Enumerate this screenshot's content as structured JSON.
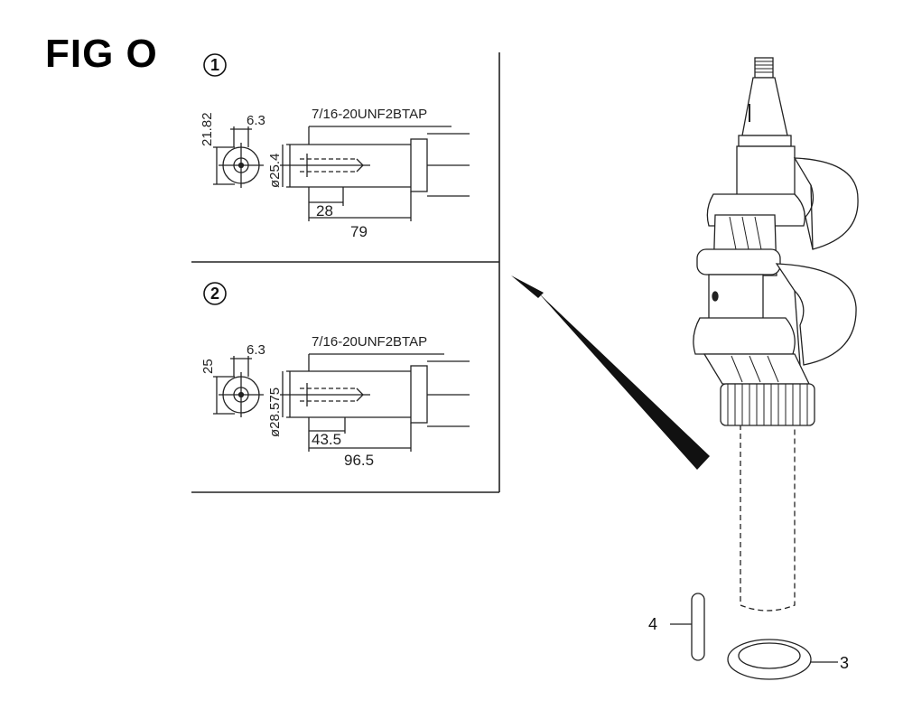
{
  "figure": {
    "title": "FIG O"
  },
  "detail_1": {
    "number": "1",
    "tap_label": "7/16-20UNF2BTAP",
    "dim_height": "21.82",
    "dim_key": "6.3",
    "dim_dia": "ø25.4",
    "dim_thread_depth": "28",
    "dim_length": "79"
  },
  "detail_2": {
    "number": "2",
    "tap_label": "7/16-20UNF2BTAP",
    "dim_height": "25",
    "dim_key": "6.3",
    "dim_dia": "ø28.575",
    "dim_thread_depth": "43.5",
    "dim_length": "96.5"
  },
  "callouts": {
    "pin": "4",
    "ring": "3"
  }
}
